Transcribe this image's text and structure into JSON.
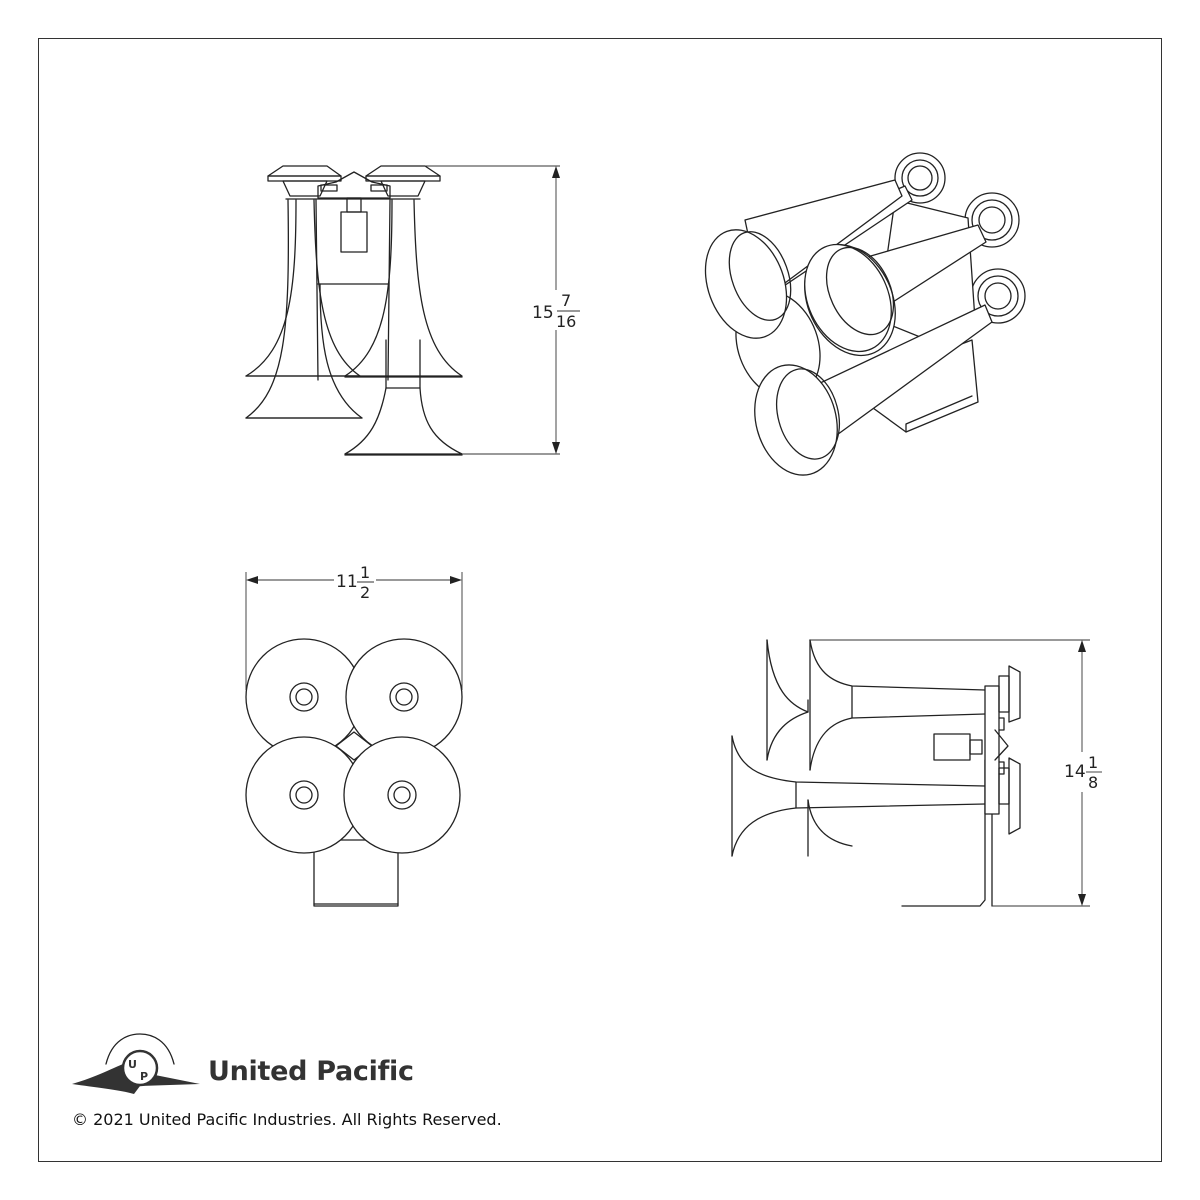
{
  "drawing": {
    "dimensions": {
      "height_front": {
        "whole": "15",
        "num": "7",
        "den": "16"
      },
      "width_bottom": {
        "whole": "11",
        "num": "1",
        "den": "2"
      },
      "height_side": {
        "whole": "14",
        "num": "1",
        "den": "8"
      }
    }
  },
  "footer": {
    "brand": "United Pacific",
    "logo_letters": "UP",
    "copyright": "© 2021 United Pacific Industries. All Rights Reserved."
  },
  "colors": {
    "line": "#222222",
    "background": "#ffffff"
  }
}
